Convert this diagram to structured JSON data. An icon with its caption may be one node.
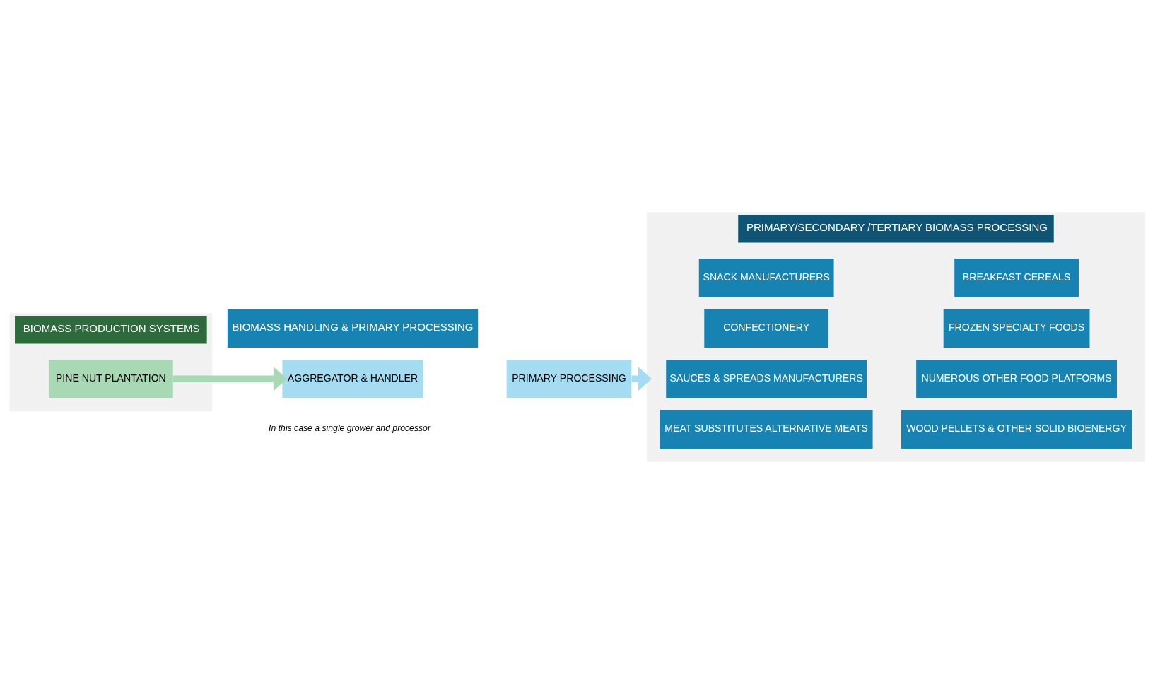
{
  "diagram": {
    "nodes": [
      {
        "text": [
          "BIOMASS PRODUCTION SYSTEMS"
        ]
      },
      {
        "text": [
          "PINE NUT PLANTATION"
        ],
        "in": 0
      },
      {
        "text": [
          "BIOMASS HANDLING & PRIMARY PROCESSING"
        ]
      },
      {
        "text": [
          "AGGREGATOR & HANDLER"
        ]
      },
      {
        "text": [
          "PRIMARY PROCESSING"
        ]
      },
      {
        "text": [
          "PRIMARY/SECONDARY /TERTIARY BIOMASS PROCESSING"
        ]
      },
      {
        "text": [
          "SNACK MANUFACTURERS"
        ],
        "in": 5
      },
      {
        "text": [
          "BREAKFAST CEREALS"
        ],
        "in": 5
      },
      {
        "text": [
          "CONFECTIONERY"
        ],
        "in": 5
      },
      {
        "text": [
          "FROZEN SPECIALTY FOODS"
        ],
        "in": 5
      },
      {
        "text": [
          "SAUCES & SPREADS MANUFACTURERS"
        ],
        "in": 5
      },
      {
        "text": [
          "NUMEROUS OTHER FOOD PLATFORMS"
        ],
        "in": 5
      },
      {
        "text": [
          "MEAT SUBSTITUTES ALTERNATIVE MEATS"
        ],
        "in": 5
      },
      {
        "text": [
          "WOOD PELLETS & OTHER SOLID BIOENERGY"
        ],
        "in": 5
      }
    ],
    "edges": [
      {
        "from": 1,
        "to": 3,
        "arrow": "to",
        "color": "#a8d8b4"
      },
      {
        "from": 4,
        "to": 5,
        "arrow": "to",
        "color": "#a6dcf2"
      }
    ],
    "labels": [
      "In this case a single grower and processor"
    ]
  }
}
